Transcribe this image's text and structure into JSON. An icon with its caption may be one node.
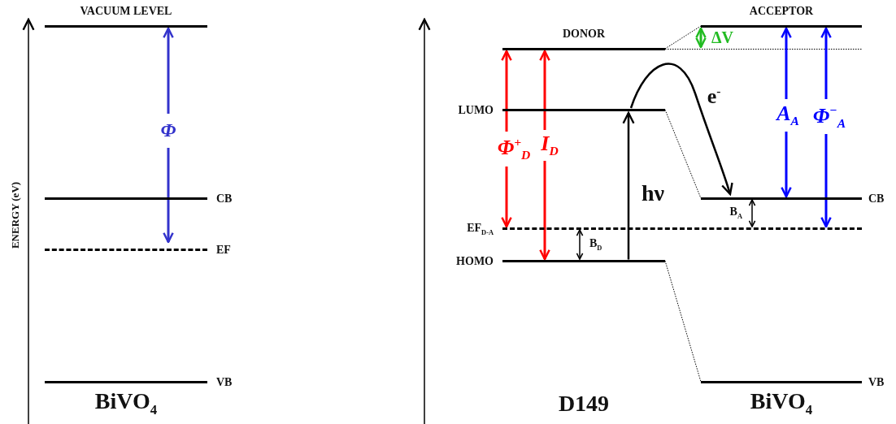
{
  "diagram": {
    "nodes": [
      {
        "text": [],
        "shape": "bar",
        "beside": [
          "VACUUM LEVEL"
        ]
      },
      {
        "text": [],
        "shape": "bar",
        "beside": [
          "CB"
        ]
      },
      {
        "text": [],
        "shape": "bar",
        "beside": [
          "EF"
        ]
      },
      {
        "text": [],
        "shape": "bar",
        "beside": [
          "VB"
        ]
      },
      {
        "text": [],
        "shape": "bar",
        "beside": [
          "DONOR"
        ]
      },
      {
        "text": [],
        "shape": "bar",
        "beside": [
          "LUMO"
        ]
      },
      {
        "text": [],
        "shape": "bar",
        "beside": [
          "HOMO"
        ]
      },
      {
        "text": [],
        "shape": "bar",
        "beside": [
          "ACCEPTOR"
        ]
      },
      {
        "text": [],
        "shape": "bar",
        "beside": [
          "CB"
        ]
      },
      {
        "text": [],
        "shape": "bar",
        "beside": [
          "VB"
        ]
      },
      {
        "text": [],
        "shape": "bar",
        "beside": [
          "EF$_{D-A}$"
        ]
      }
    ],
    "edges": [
      {
        "from": 6,
        "to": 5,
        "arrow": "to",
        "label": "hν"
      },
      {
        "from": 5,
        "to": 8,
        "arrow": "to",
        "label": "e$^{-}$"
      },
      {
        "from": 4,
        "to": 7,
        "arrow": "none",
        "style": "dashed"
      },
      {
        "from": 5,
        "to": 8,
        "arrow": "none",
        "style": "dashed"
      },
      {
        "from": 6,
        "to": 9,
        "arrow": "none",
        "style": "dashed"
      },
      {
        "from": 10,
        "to": 6,
        "arrow": "both",
        "label": "B$_{D}$"
      },
      {
        "from": 8,
        "to": 10,
        "arrow": "both",
        "label": "B$_{A}$"
      }
    ],
    "labels": [
      "ENERGY (eV)",
      "Φ",
      "ΔV",
      "Φ$^{+}$$_{D}$",
      "I$_{D}$",
      "A$_{A}$",
      "Φ$^{−}$$_{A}$",
      "BiVO$_{4}$",
      "D149",
      "BiVO$_{4}$"
    ]
  }
}
